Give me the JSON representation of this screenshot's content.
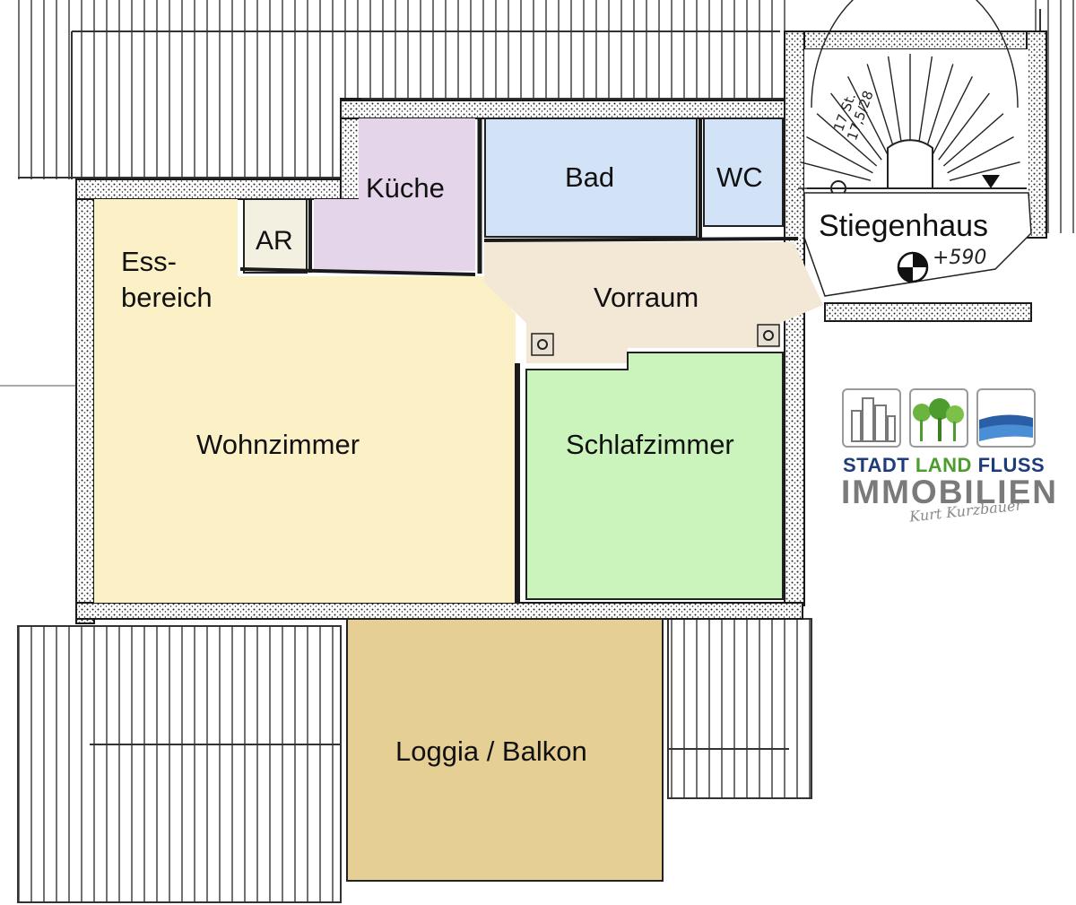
{
  "rooms": {
    "kueche": "Küche",
    "bad": "Bad",
    "wc": "WC",
    "ar": "AR",
    "essbereich_line1": "Ess-",
    "essbereich_line2": "bereich",
    "vorraum": "Vorraum",
    "wohnzimmer": "Wohnzimmer",
    "schlafzimmer": "Schlafzimmer",
    "loggia": "Loggia / Balkon",
    "stiegenhaus": "Stiegenhaus"
  },
  "annotations": {
    "level_mark": "+590",
    "stair_note_1": "17 St.",
    "stair_note_2": "17,5/28"
  },
  "logo": {
    "word_stadt": "STADT",
    "word_land": "LAND",
    "word_fluss": "FLUSS",
    "word_immobilien": "IMMOBILIEN",
    "signature": "Kurt Kurzbauer",
    "icons": [
      "buildings-icon",
      "trees-icon",
      "river-icon"
    ]
  },
  "colors": {
    "kueche": "#e5d5ea",
    "bad": "#d3e3f7",
    "wc": "#d3e3f7",
    "ar": "#f3f0e2",
    "wohnzimmer": "#fcf1c6",
    "vorraum": "#f3e7d6",
    "schlafzimmer": "#cbf3bc",
    "loggia": "#e6cf95",
    "wall": "#1a1a1a",
    "logo_blue": "#1d3d7a",
    "logo_green": "#4d9d2e",
    "logo_grey": "#7a7a7a"
  }
}
